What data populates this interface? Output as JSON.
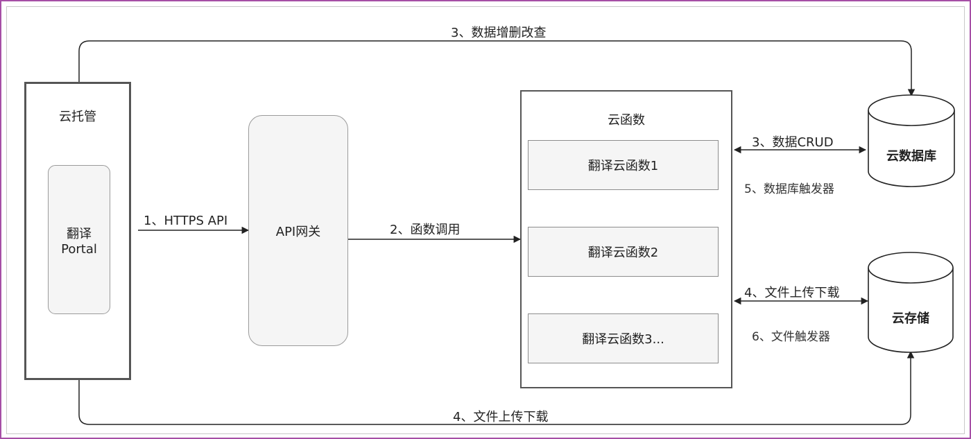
{
  "nodes": {
    "cloud_hosting": {
      "title": "云托管"
    },
    "translate_portal": {
      "line1": "翻译",
      "line2": "Portal"
    },
    "api_gateway": {
      "label": "API网关"
    },
    "cloud_functions": {
      "title": "云函数",
      "items": [
        "翻译云函数1",
        "翻译云函数2",
        "翻译云函数3..."
      ]
    },
    "cloud_database": {
      "label": "云数据库"
    },
    "cloud_storage": {
      "label": "云存储"
    }
  },
  "edges": {
    "https_api": "1、HTTPS API",
    "function_call": "2、函数调用",
    "data_crud": "3、数据CRUD",
    "database_trigger": "5、数据库触发器",
    "file_transfer_right": "4、文件上传下载",
    "file_trigger": "6、文件触发器",
    "data_crud_top": "3、数据增删改查",
    "file_transfer_bottom": "4、文件上传下载"
  },
  "colors": {
    "frame": "#a64ea6",
    "stroke": "#555555",
    "fill": "#f5f5f5",
    "arrow": "#222222"
  }
}
